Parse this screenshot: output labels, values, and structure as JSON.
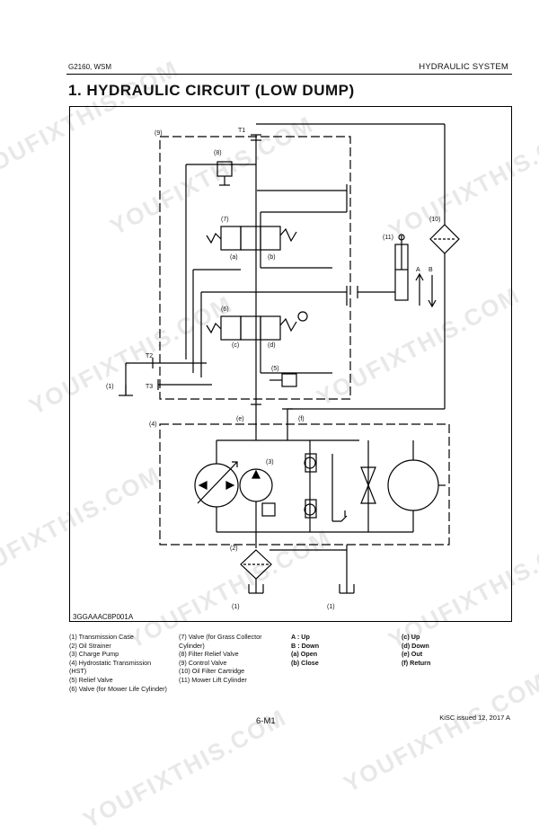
{
  "header": {
    "model": "G2160, WSM",
    "section": "HYDRAULIC SYSTEM"
  },
  "title": "1.  HYDRAULIC  CIRCUIT  (LOW  DUMP)",
  "figure_code": "3GGAAAC8P001A",
  "diagram_labels": {
    "t1": "T1",
    "t2": "T2",
    "t3": "T3",
    "n1": "(1)",
    "n2": "(2)",
    "n3": "(3)",
    "n4": "(4)",
    "n5": "(5)",
    "n6": "(6)",
    "n7": "(7)",
    "n8": "(8)",
    "n9": "(9)",
    "n10": "(10)",
    "n11": "(11)",
    "a": "(a)",
    "b": "(b)",
    "c": "(c)",
    "d": "(d)",
    "e": "(e)",
    "f": "(f)",
    "arrow_a": "A",
    "arrow_b": "B"
  },
  "legend_components": [
    "(1)  Transmission Case",
    "(2)  Oil Strainer",
    "(3)  Charge Pump",
    "(4)  Hydrostatic Transmission",
    "       (HST)",
    "(5)  Relief Valve",
    "(6)  Valve (for Mower Life Cylinder)"
  ],
  "legend_components_2": [
    "  (7)  Valve (for Grass Collector",
    "         Cylinder)",
    "  (8)  Filter Relief Valve",
    "  (9)  Control Valve",
    "(10)  Oil Filter Cartridge",
    "(11)  Mower Lift Cylinder"
  ],
  "legend_codes_1": [
    "A  :  Up",
    "B  :  Down",
    "(a)  Open",
    "(b)  Close"
  ],
  "legend_codes_2": [
    "(c)  Up",
    "(d)  Down",
    "(e)  Out",
    "(f)  Return"
  ],
  "page_number": "6-M1",
  "issued": "KiSC issued 12, 2017 A",
  "watermark": "YOUFIXTHIS.COM"
}
